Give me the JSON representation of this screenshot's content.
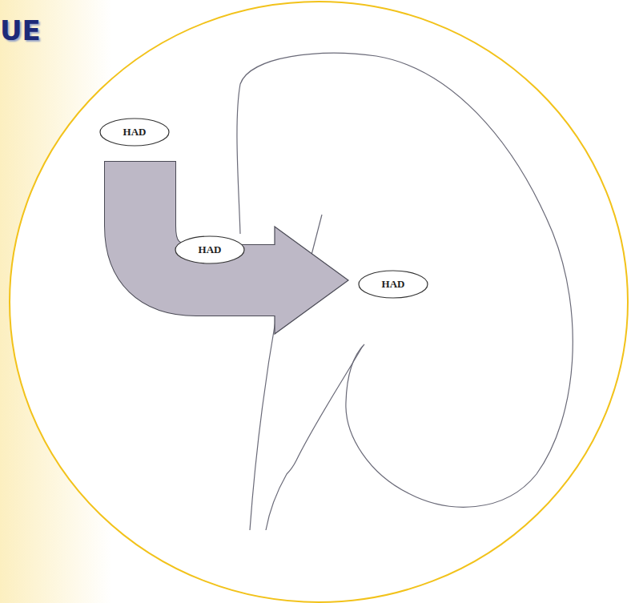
{
  "diagram": {
    "title": "UE",
    "nodes": [
      {
        "text": [
          "HAD"
        ]
      },
      {
        "text": [
          "HAD"
        ]
      },
      {
        "text": [
          "HAD"
        ]
      }
    ],
    "edges": [
      {
        "from": 0,
        "to": 2,
        "arrow": "to"
      }
    ]
  }
}
